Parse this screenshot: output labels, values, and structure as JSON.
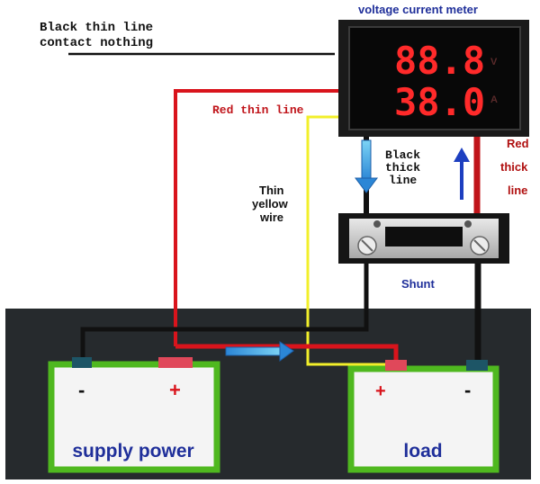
{
  "diagram": {
    "meter_title": "voltage  current meter",
    "voltage_display": "88.8",
    "current_display": "38.0",
    "voltage_unit": "V",
    "current_unit": "A",
    "note_line1": "Black thin line",
    "note_line2": "contact nothing",
    "red_thin_label": "Red thin line",
    "black_thick_line1": "Black",
    "black_thick_line2": "thick",
    "black_thick_line3": "line",
    "red_thick_line1": "Red",
    "red_thick_line2": "thick",
    "red_thick_line3": "line",
    "yellow_line1": "Thin",
    "yellow_line2": "yellow",
    "yellow_line3": "wire",
    "shunt_label": "Shunt",
    "supply_minus": "-",
    "supply_plus": "+",
    "supply_label": "supply power",
    "load_plus": "+",
    "load_minus": "-",
    "load_label": "load"
  },
  "colors": {
    "red_wire": "#d9141c",
    "black_wire": "#111111",
    "yellow_wire": "#f2ef2a",
    "battery_green": "#4fb81f",
    "label_blue": "#1f2f9a",
    "display_red": "#ff2a2a",
    "arrow_blue": "#2a8fdc"
  }
}
